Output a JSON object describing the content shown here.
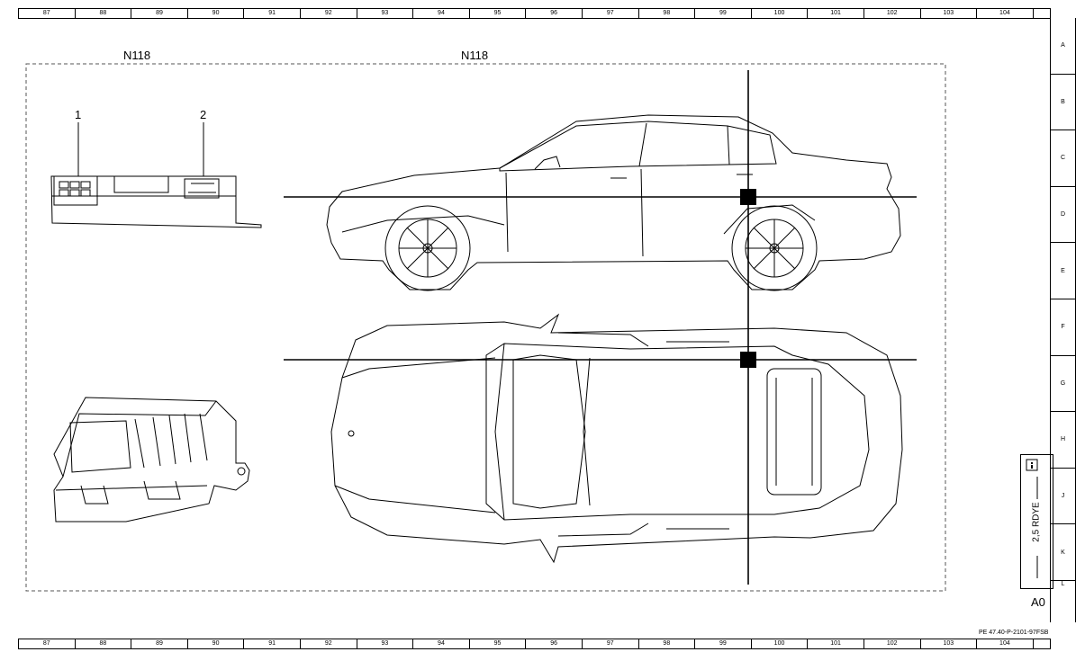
{
  "columns": [
    "87",
    "88",
    "89",
    "90",
    "91",
    "92",
    "93",
    "94",
    "95",
    "96",
    "97",
    "98",
    "99",
    "100",
    "101",
    "102",
    "103",
    "104"
  ],
  "rows": [
    "A",
    "B",
    "C",
    "D",
    "E",
    "F",
    "G",
    "H",
    "J",
    "K",
    "L"
  ],
  "component_labels": {
    "left": "N118",
    "center": "N118"
  },
  "callouts": {
    "pin1": "1",
    "pin2": "2"
  },
  "legend": {
    "wire": "2,5 RDYE",
    "info_icon": "info-icon",
    "code": "A0"
  },
  "doc_id": "PE 47.40-P-2101-97FSB"
}
